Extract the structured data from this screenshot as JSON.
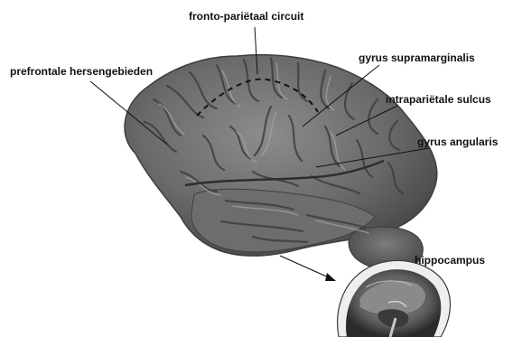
{
  "labels": {
    "fronto_parietal": "fronto-pariëtaal circuit",
    "prefrontal": "prefrontale hersengebieden",
    "supramarginal": "gyrus supramarginalis",
    "intraparietal": "intrapariëtale sulcus",
    "angular": "gyrus angularis",
    "hippocampus": "hippocampus"
  },
  "colors": {
    "brain_fill": "#6f6f6f",
    "brain_highlight": "#9a9a9a",
    "brain_shadow": "#3a3a3a",
    "line": "#111111",
    "mri_bg": "#f2f2f2"
  }
}
